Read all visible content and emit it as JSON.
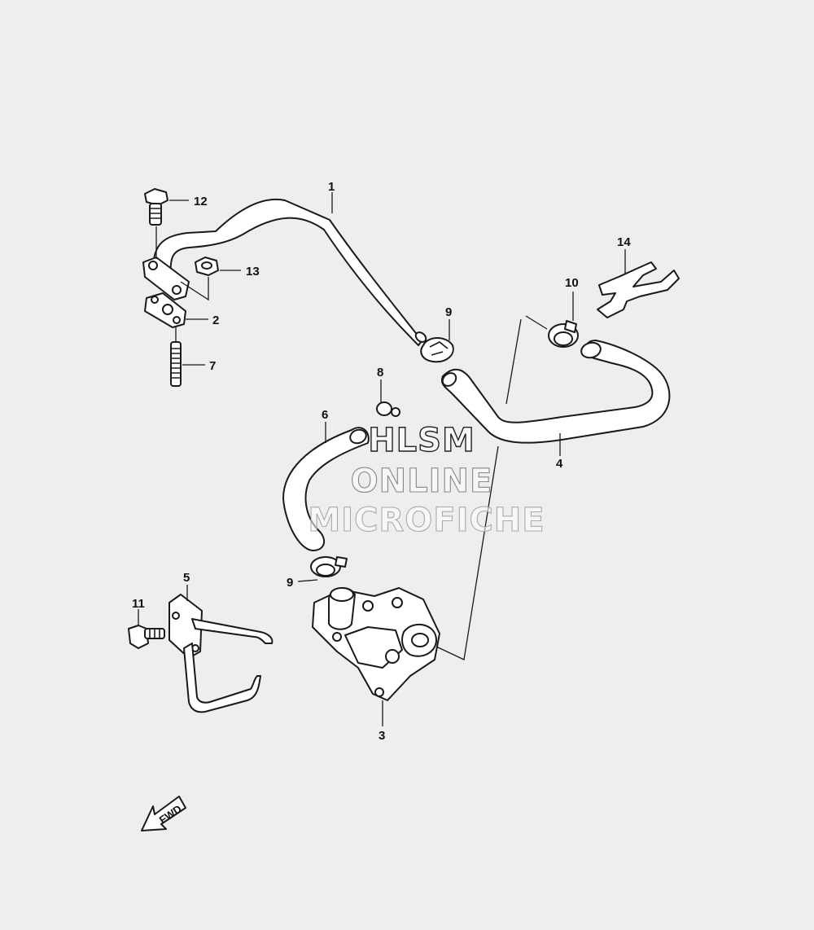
{
  "callouts": {
    "c1": "1",
    "c2": "2",
    "c3": "3",
    "c4": "4",
    "c5": "5",
    "c6": "6",
    "c7": "7",
    "c8": "8",
    "c9a": "9",
    "c9b": "9",
    "c10": "10",
    "c11": "11",
    "c12": "12",
    "c13": "13",
    "c14": "14"
  },
  "watermark": {
    "line1": "HLSM",
    "line2": "ONLINE",
    "line3": "MICROFICHE"
  },
  "fwd_label": "FWD",
  "colors": {
    "background": "#eeeeee",
    "stroke": "#1a1a1a",
    "fill": "#ffffff"
  }
}
